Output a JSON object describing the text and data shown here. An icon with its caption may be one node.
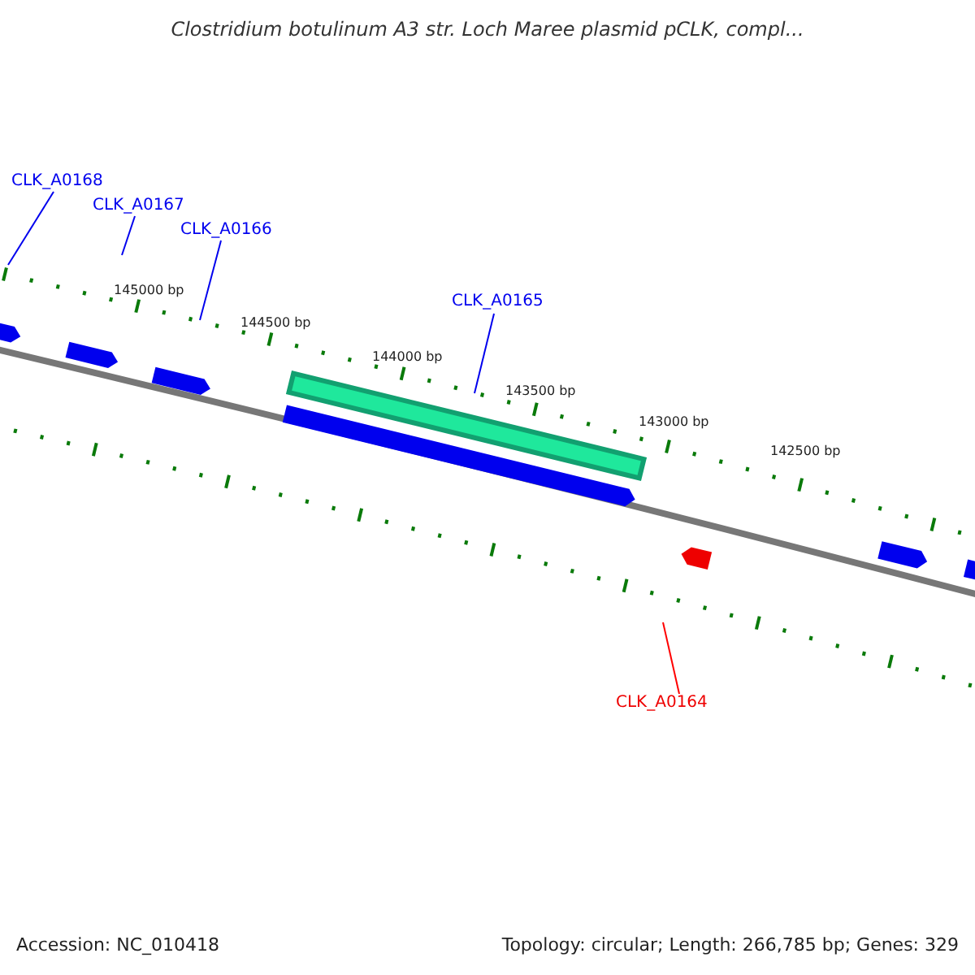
{
  "diagram": {
    "title": "Clostridium botulinum A3 str. Loch Maree plasmid pCLK, compl...",
    "nodes": [
      {
        "text": [
          "CLK_A0168"
        ]
      },
      {
        "text": [
          "CLK_A0167"
        ]
      },
      {
        "text": [
          "CLK_A0166"
        ]
      },
      {
        "text": [
          "CLK_A0165"
        ]
      },
      {
        "text": [
          "CLK_A0164"
        ]
      }
    ],
    "edges": [
      {
        "from": 0,
        "to": null,
        "arrow": "none"
      },
      {
        "from": 1,
        "to": null,
        "arrow": "none"
      },
      {
        "from": 2,
        "to": null,
        "arrow": "none"
      },
      {
        "from": 3,
        "to": null,
        "arrow": "none"
      },
      {
        "from": 4,
        "to": null,
        "arrow": "none",
        "color": "#ff0000"
      }
    ],
    "labels": [
      "145000 bp",
      "144500 bp",
      "144000 bp",
      "143500 bp",
      "143000 bp",
      "142500 bp",
      "Accession: NC_010418",
      "Topology: circular; Length: 266,785 bp; Genes: 329"
    ]
  }
}
